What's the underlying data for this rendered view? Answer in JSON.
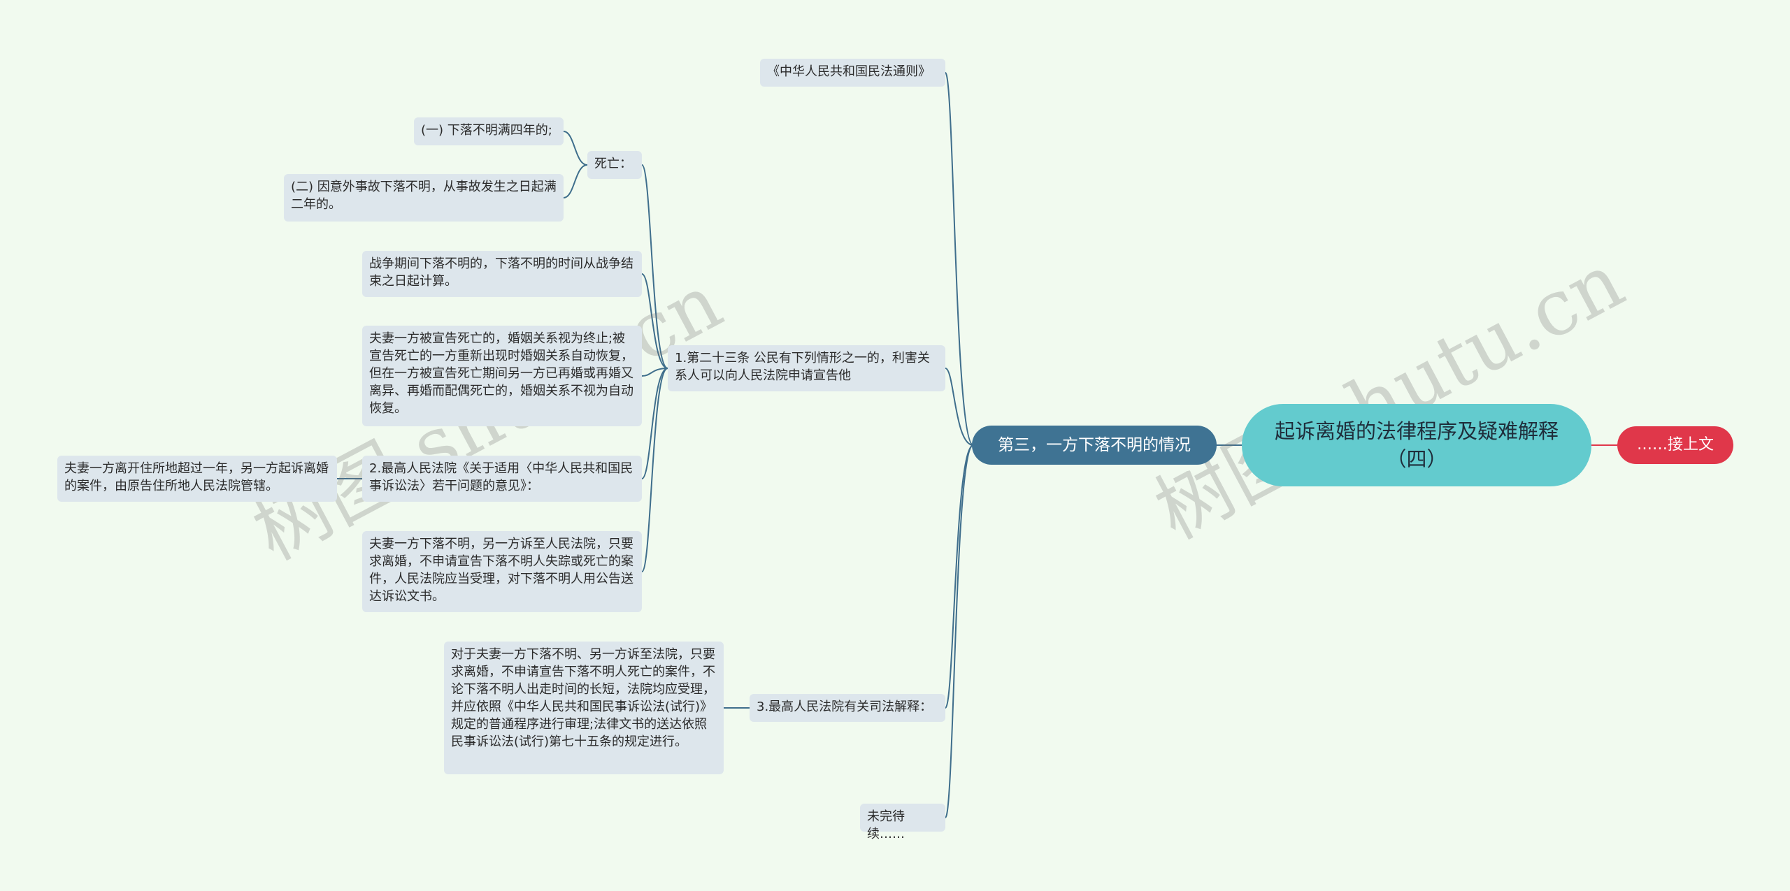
{
  "center": {
    "title": "起诉离婚的法律程序及疑难解释（四）"
  },
  "prev": {
    "label": "……接上文"
  },
  "branch": {
    "label": "第三，一方下落不明的情况"
  },
  "children": {
    "law": "《中华人民共和国民法通则》",
    "art23": "1.第二十三条 公民有下列情形之一的，利害关系人可以向人民法院申请宣告他",
    "death": "死亡：",
    "death_a": "(一) 下落不明满四年的;",
    "death_b": "(二) 因意外事故下落不明，从事故发生之日起满二年的。",
    "war": "战争期间下落不明的，下落不明的时间从战争结束之日起计算。",
    "spouse_death": "夫妻一方被宣告死亡的，婚姻关系视为终止;被宣告死亡的一方重新出现时婚姻关系自动恢复，但在一方被宣告死亡期间另一方已再婚或再婚又离异、再婚而配偶死亡的，婚姻关系不视为自动恢复。",
    "opinion": "2.最高人民法院《关于适用〈中华人民共和国民事诉讼法〉若干问题的意见》：",
    "opinion_child": "夫妻一方离开住所地超过一年，另一方起诉离婚的案件，由原告住所地人民法院管辖。",
    "missing_divorce": "夫妻一方下落不明，另一方诉至人民法院，只要求离婚，不申请宣告下落不明人失踪或死亡的案件，人民法院应当受理，对下落不明人用公告送达诉讼文书。",
    "judicial": "3.最高人民法院有关司法解释：",
    "judicial_child": "对于夫妻一方下落不明、另一方诉至法院，只要求离婚，不申请宣告下落不明人死亡的案件，不论下落不明人出走时间的长短，法院均应受理，并应依照《中华人民共和国民事诉讼法(试行)》规定的普通程序进行审理;法律文书的送达依照民事诉讼法(试行)第七十五条的规定进行。",
    "tbc": "未完待续……"
  },
  "watermarks": [
    "树图 shutu.cn",
    "树图 shutu.cn"
  ],
  "colors": {
    "background": "#f1faef",
    "center": "#63cbce",
    "branch": "#3f7393",
    "prev": "#e0374a",
    "node": "#dde6ec",
    "link": "#3f6e8c",
    "prev_link": "#e0374a"
  }
}
